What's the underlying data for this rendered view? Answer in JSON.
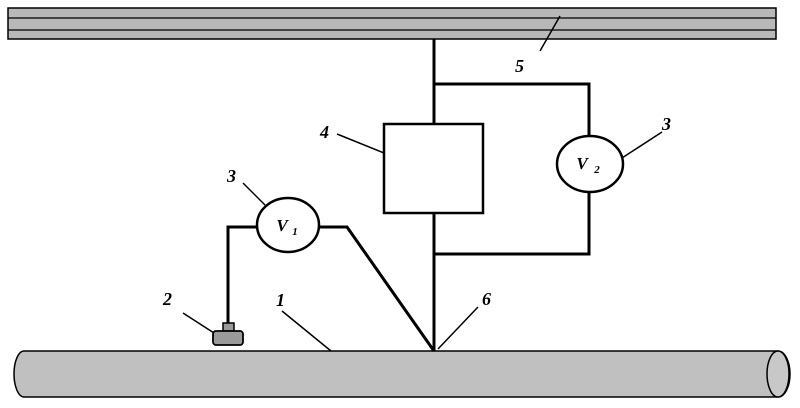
{
  "labels": {
    "pipe": "1",
    "electrode": "2",
    "voltmeter": "3",
    "unit": "4",
    "rail": "5",
    "contact_point": "6"
  },
  "voltmeters": [
    {
      "letter": "V",
      "sub": "1"
    },
    {
      "letter": "V",
      "sub": "2"
    }
  ],
  "colors": {
    "pipe_fill": "#c0c0c0",
    "rail_fill": "#b8b8b8",
    "electrode_fill": "#9a9a9a",
    "line": "#000000"
  }
}
